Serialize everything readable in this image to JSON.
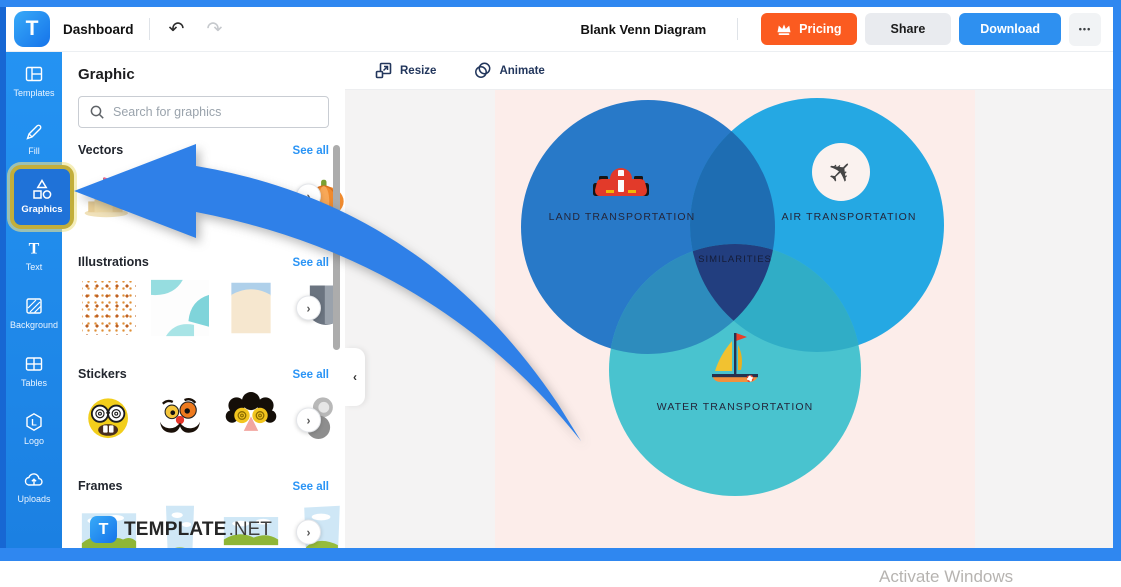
{
  "colors": {
    "accent_blue": "#2E90F0",
    "sidebar_blue": "#2089EC",
    "pricing_orange": "#FB5B20",
    "page_pink": "#FCEDEA",
    "highlight_yellow": "#C2AE3B",
    "venn_land": "#2879C8",
    "venn_air": "#25A8E3",
    "venn_water": "#49C3CF",
    "venn_center": "#223E7F"
  },
  "topbar": {
    "logo_letter": "T",
    "dashboard_label": "Dashboard",
    "document_title": "Blank Venn Diagram",
    "pricing_label": "Pricing",
    "share_label": "Share",
    "download_label": "Download",
    "more_label": "•••",
    "undo_glyph": "↶",
    "redo_glyph": "↷"
  },
  "sidebar": {
    "items": [
      {
        "label": "Templates",
        "icon": "templates-icon",
        "active": false
      },
      {
        "label": "Fill",
        "icon": "fill-icon",
        "active": false
      },
      {
        "label": "Graphics",
        "icon": "graphics-icon",
        "active": true
      },
      {
        "label": "Text",
        "icon": "text-icon",
        "active": false
      },
      {
        "label": "Background",
        "icon": "background-icon",
        "active": false
      },
      {
        "label": "Tables",
        "icon": "tables-icon",
        "active": false
      },
      {
        "label": "Logo",
        "icon": "logo-icon",
        "active": false
      },
      {
        "label": "Uploads",
        "icon": "uploads-icon",
        "active": false
      }
    ]
  },
  "panel": {
    "title": "Graphic",
    "search_placeholder": "Search for graphics",
    "see_all_label": "See all",
    "next_glyph": "›",
    "collapse_glyph": "‹",
    "sections": [
      {
        "label": "Vectors",
        "items": [
          "sandcastle",
          "autumn-deer-leaves",
          "autumn-leaves",
          "pumpkin"
        ]
      },
      {
        "label": "Illustrations",
        "items": [
          "confetti-pattern",
          "teal-abstract-shapes",
          "beige-arch",
          "gray-gradient-shape"
        ]
      },
      {
        "label": "Stickers",
        "items": [
          "smiley-spiral-glasses",
          "mustache-disguise-face",
          "groucho-glasses",
          "gray-sticker"
        ]
      },
      {
        "label": "Frames",
        "items": [
          "landscape-frame-wide",
          "landscape-frame-tall",
          "landscape-frame-banner",
          "landscape-frame-torn"
        ]
      }
    ]
  },
  "canvas_toolbar": {
    "resize_label": "Resize",
    "animate_label": "Animate"
  },
  "venn": {
    "sets": [
      {
        "label": "LAND TRANSPORTATION",
        "color": "#2879C8",
        "icon": "race-kart-icon"
      },
      {
        "label": "AIR TRANSPORTATION",
        "color": "#25A8E3",
        "icon": "airplane-icon"
      },
      {
        "label": "WATER TRANSPORTATION",
        "color": "#49C3CF",
        "icon": "sailboat-icon"
      }
    ],
    "center_label": "SIMILARITIES"
  },
  "watermark": {
    "activate_windows": "Activate Windows"
  },
  "footer_logo": {
    "letter": "T",
    "brand": "TEMPLATE",
    "tld": ".NET"
  }
}
